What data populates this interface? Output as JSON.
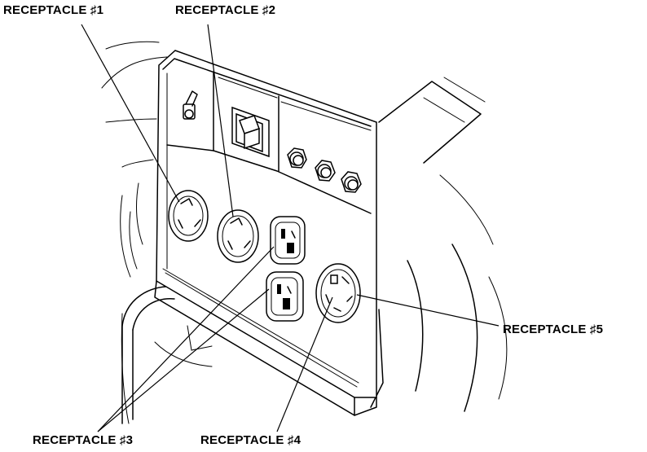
{
  "labels": {
    "r1": "RECEPTACLE ♯1",
    "r2": "RECEPTACLE ♯2",
    "r3": "RECEPTACLE ♯3",
    "r4": "RECEPTACLE ♯4",
    "r5": "RECEPTACLE ♯5"
  }
}
